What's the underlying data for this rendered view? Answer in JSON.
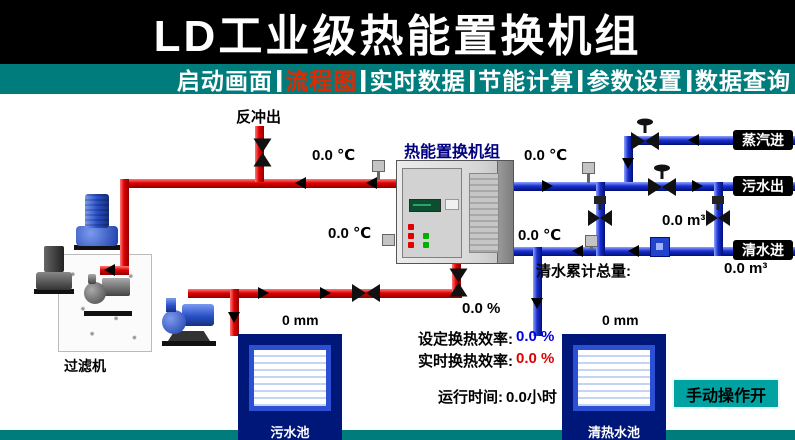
{
  "title": "LD工业级热能置换机组",
  "menu": {
    "separator": "|",
    "items": [
      {
        "label": "启动画面"
      },
      {
        "label": "流程图"
      },
      {
        "label": "实时数据"
      },
      {
        "label": "节能计算"
      },
      {
        "label": "参数设置"
      },
      {
        "label": "数据查询"
      }
    ]
  },
  "colors": {
    "title_bg": "#000000",
    "bar_teal": "#007c7c",
    "menu_active": "#e22800",
    "pipe_red": "#e00000",
    "pipe_blue": "#1a2fd0",
    "tank_navy": "#00177a",
    "value_blue": "#0000e0",
    "value_red": "#e00000"
  },
  "diagram": {
    "unit_label": "热能置换机组",
    "backflush_label": "反冲出",
    "filter_label": "过滤机",
    "ports": {
      "steam_in": "蒸汽进",
      "sewage_out": "污水出",
      "clean_in": "清水进"
    },
    "temps": {
      "t1": "0.0 ℃",
      "t2": "0.0 ℃",
      "t3": "0.0 ℃",
      "t4": "0.0 ℃"
    },
    "flows": {
      "clean_in_flow": "0.0 m³",
      "total_label": "清水累计总量:",
      "total_value": "0.0 m³"
    },
    "valve_opening": "0.0 %",
    "tanks": {
      "sewage": {
        "name": "污水池",
        "level": "0 mm"
      },
      "clean": {
        "name": "清热水池",
        "level": "0 mm"
      }
    },
    "stats": {
      "set_eff_label": "设定换热效率:",
      "set_eff_value": "0.0 %",
      "real_eff_label": "实时换热效率:",
      "real_eff_value": "0.0 %",
      "runtime_label": "运行时间:",
      "runtime_value": "0.0小时"
    },
    "manual_button": "手动操作开"
  }
}
